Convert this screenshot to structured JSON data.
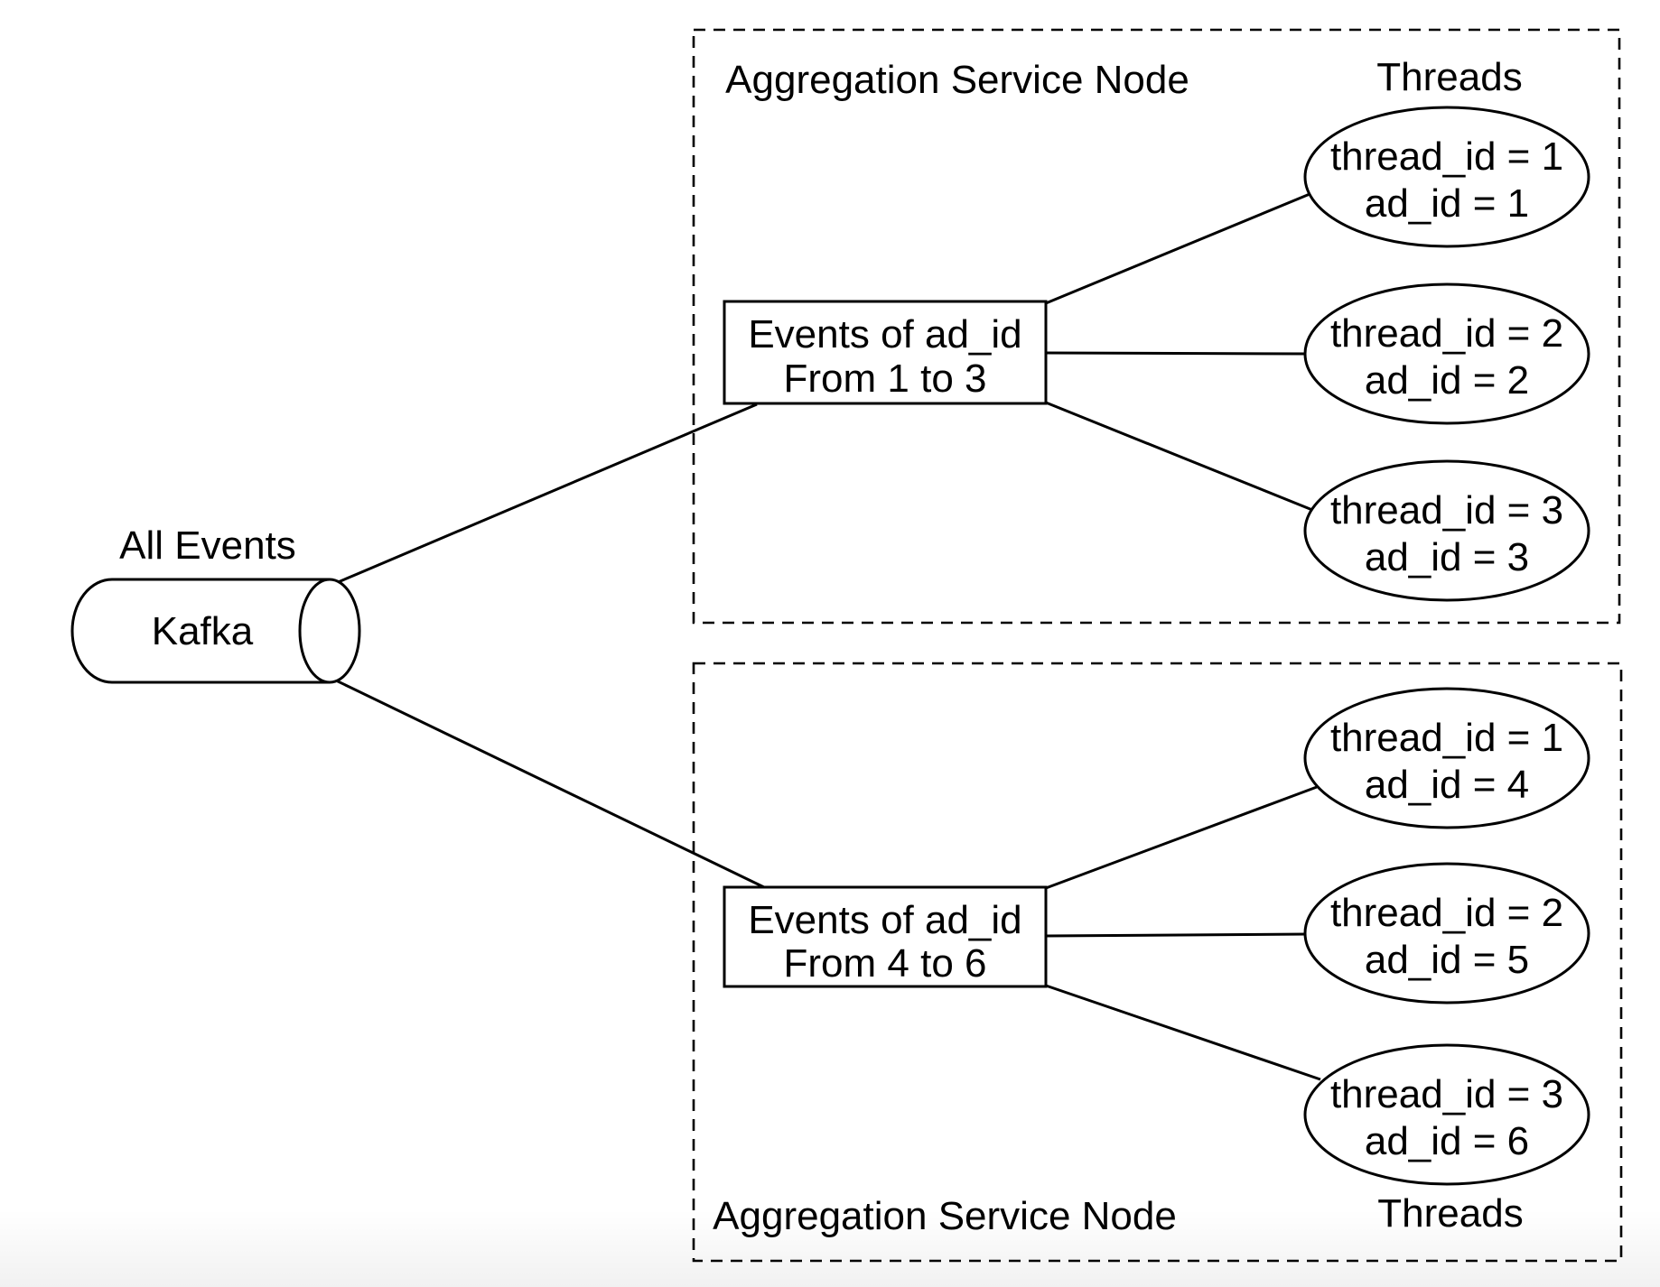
{
  "kafka": {
    "caption": "All Events",
    "label": "Kafka"
  },
  "nodes": [
    {
      "title": "Aggregation Service Node",
      "threads_title": "Threads",
      "events_box": {
        "line1": "Events of ad_id",
        "line2": "From 1 to 3"
      },
      "threads": [
        {
          "thread": "thread_id = 1",
          "ad": "ad_id = 1"
        },
        {
          "thread": "thread_id = 2",
          "ad": "ad_id = 2"
        },
        {
          "thread": "thread_id = 3",
          "ad": "ad_id = 3"
        }
      ]
    },
    {
      "title": "Aggregation Service Node",
      "threads_title": "Threads",
      "events_box": {
        "line1": "Events of ad_id",
        "line2": "From 4 to 6"
      },
      "threads": [
        {
          "thread": "thread_id = 1",
          "ad": "ad_id = 4"
        },
        {
          "thread": "thread_id = 2",
          "ad": "ad_id = 5"
        },
        {
          "thread": "thread_id = 3",
          "ad": "ad_id = 6"
        }
      ]
    }
  ],
  "colors": {
    "stroke": "#000000",
    "background": "#ffffff"
  }
}
